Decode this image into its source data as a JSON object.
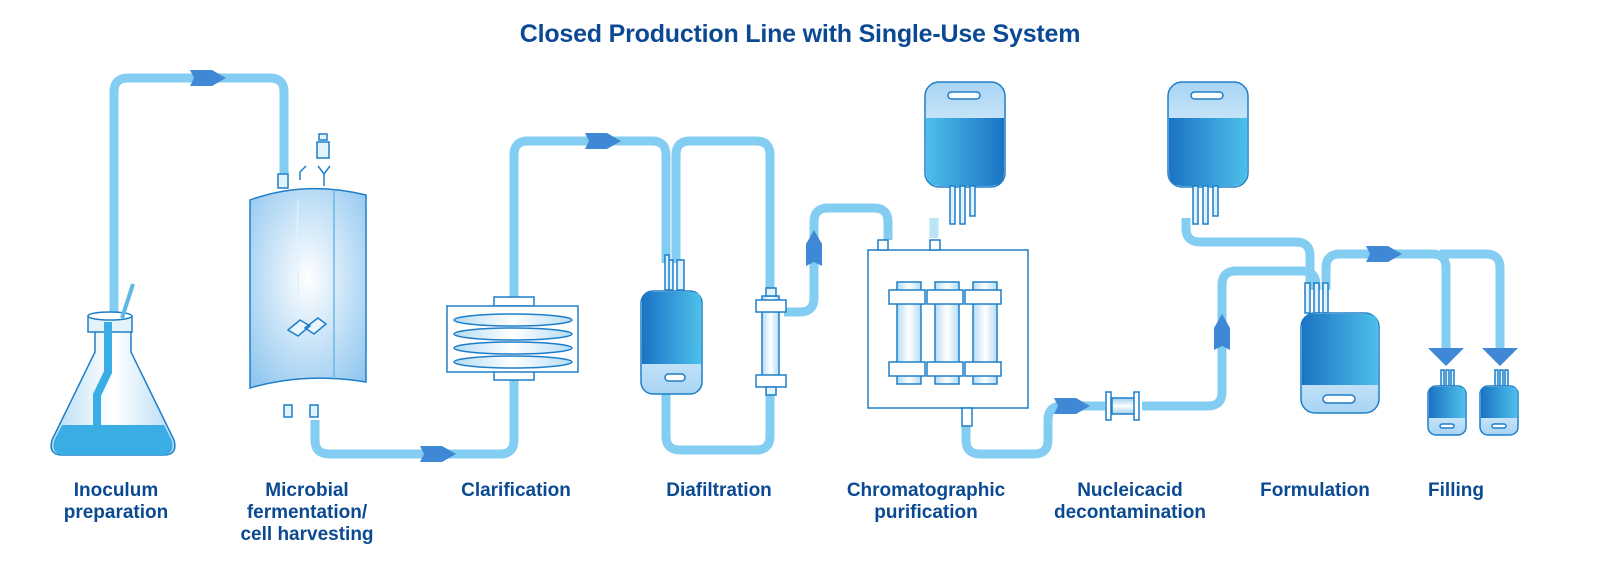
{
  "title": "Closed Production Line with Single-Use System",
  "colors": {
    "title": "#0b4a93",
    "tube": "#7fcdf0",
    "tube_edge": "#a9def6",
    "connector": "#3f88d6",
    "outline": "#1e7ec8",
    "liquid_dark": "#1b73c4",
    "liquid_light": "#4cc0ea"
  },
  "steps": [
    {
      "id": "inoculum",
      "lines": [
        "Inoculum",
        "preparation"
      ]
    },
    {
      "id": "fermentation",
      "lines": [
        "Microbial",
        "fermentation/",
        "cell harvesting"
      ]
    },
    {
      "id": "clarification",
      "lines": [
        "Clarification"
      ]
    },
    {
      "id": "diafiltration",
      "lines": [
        "Diafiltration"
      ]
    },
    {
      "id": "chromatography",
      "lines": [
        "Chromatographic",
        "purification"
      ]
    },
    {
      "id": "nucleic-acid",
      "lines": [
        "Nucleicacid",
        "decontamination"
      ]
    },
    {
      "id": "formulation",
      "lines": [
        "Formulation"
      ]
    },
    {
      "id": "filling",
      "lines": [
        "Filling"
      ]
    }
  ]
}
